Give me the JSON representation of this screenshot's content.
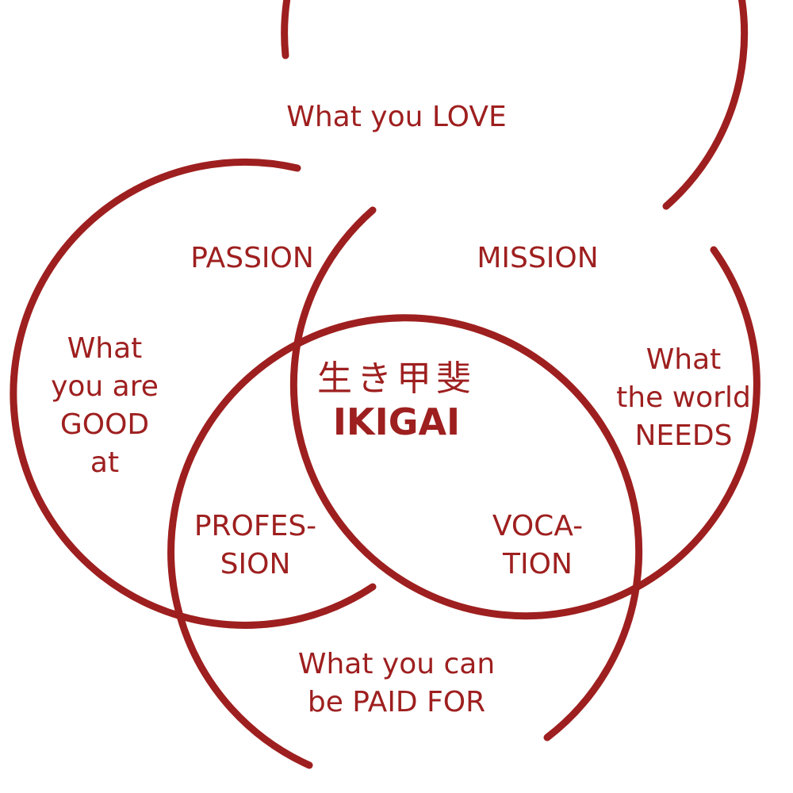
{
  "color": "#9e1f1f",
  "center": {
    "kanji": "生き甲斐",
    "title": "IKIGAI"
  },
  "circles": {
    "love": [
      "What you LOVE"
    ],
    "good": [
      "What",
      "you are",
      "GOOD",
      "at"
    ],
    "world": [
      "What",
      "the world",
      "NEEDS"
    ],
    "paid": [
      "What you can",
      "be PAID FOR"
    ]
  },
  "overlaps": {
    "passion": [
      "PASSION"
    ],
    "mission": [
      "MISSION"
    ],
    "profession": [
      "PROFES-",
      "SION"
    ],
    "vocation": [
      "VOCA-",
      "TION"
    ]
  }
}
